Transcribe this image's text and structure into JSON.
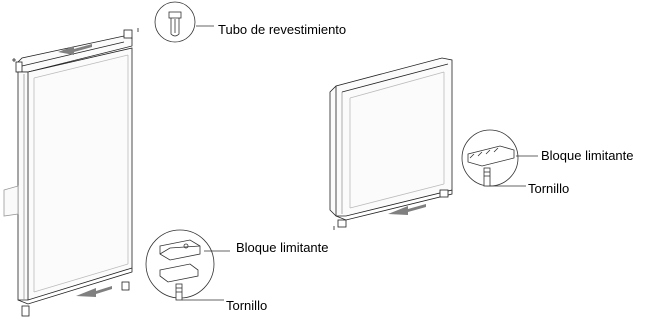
{
  "labels": {
    "tube": "Tubo de revestimiento",
    "block_left": "Bloque limitante",
    "screw_left": "Tornillo",
    "block_right": "Bloque limitante",
    "screw_right": "Tornillo"
  },
  "colors": {
    "stroke": "#222222",
    "panel_edge": "#9a9a9a",
    "panel_fill": "#fbfbfb",
    "arrow": "#808080"
  }
}
